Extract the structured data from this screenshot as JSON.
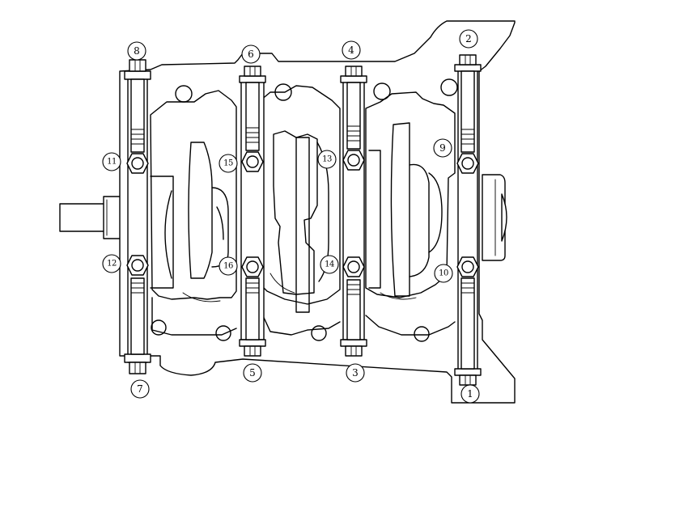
{
  "diagram": {
    "callouts": [
      {
        "id": "callout-1",
        "label": "1"
      },
      {
        "id": "callout-2",
        "label": "2"
      },
      {
        "id": "callout-3",
        "label": "3"
      },
      {
        "id": "callout-4",
        "label": "4"
      },
      {
        "id": "callout-5",
        "label": "5"
      },
      {
        "id": "callout-6",
        "label": "6"
      },
      {
        "id": "callout-7",
        "label": "7"
      },
      {
        "id": "callout-8",
        "label": "8"
      },
      {
        "id": "callout-9",
        "label": "9"
      },
      {
        "id": "callout-10",
        "label": "10"
      },
      {
        "id": "callout-11",
        "label": "11"
      },
      {
        "id": "callout-12",
        "label": "12"
      },
      {
        "id": "callout-13",
        "label": "13"
      },
      {
        "id": "callout-14",
        "label": "14"
      },
      {
        "id": "callout-15",
        "label": "15"
      },
      {
        "id": "callout-16",
        "label": "16"
      }
    ]
  }
}
